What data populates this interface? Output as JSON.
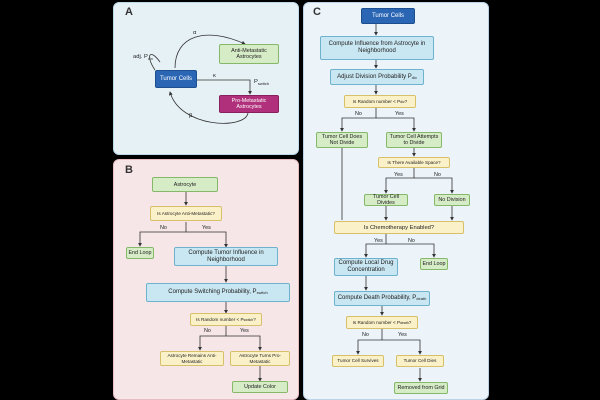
{
  "panelA": {
    "label": "A",
    "tumor": "Tumor Cells",
    "anti": "Anti-Metastatic Astrocytes",
    "pro": "Pro-Metastatic Astrocytes",
    "alpha": "α",
    "kappa": "κ",
    "beta": "β",
    "adj": "adj. P",
    "adj_sub": "div",
    "pswitch": "P",
    "pswitch_sub": "switch"
  },
  "panelB": {
    "label": "B",
    "astrocyte": "Astrocyte",
    "q_anti": "Is Astrocyte Anti-Metastatic?",
    "no1": "No",
    "yes1": "Yes",
    "end_loop": "End Loop",
    "compute_influence": "Compute Tumor Influence in Neighborhood",
    "compute_switch": "Compute Switching Probability, P",
    "compute_switch_sub": "switch",
    "q_random": "Is Random number < P",
    "q_random_sub": "switch",
    "q_random_end": " ?",
    "no2": "No",
    "yes2": "Yes",
    "remains": "Astrocyte Remains Anti-Metastatic",
    "turns": "Astrocyte Turns Pro-Metastatic",
    "update": "Update Color"
  },
  "panelC": {
    "label": "C",
    "tumor": "Tumor Cells",
    "compute_influence": "Compute Influence from Astrocyte in Neighborhood",
    "adjust": "Adjust Division Probability P",
    "adjust_sub": "div",
    "q_random": "Is Random number < P",
    "q_random_sub": "div",
    "q_random_end": " ?",
    "no1": "No",
    "yes1": "Yes",
    "not_divide": "Tumor Cell Does Not Divide",
    "attempts": "Tumor Cell Attempts to Divide",
    "q_space": "Is There Available Space?",
    "yes2": "Yes",
    "no2": "No",
    "divides": "Tumor Cell Divides",
    "no_division": "No Division",
    "q_chemo": "Is Chemotherapy Enabled?",
    "yes3": "Yes",
    "no3": "No",
    "drug": "Compute Local Drug Concentration",
    "end_loop": "End Loop",
    "death": "Compute Death Probability, P",
    "death_sub": "death",
    "q_random2": "Is Random number < P",
    "q_random2_sub": "death",
    "q_random2_end": " ?",
    "no4": "No",
    "yes4": "Yes",
    "survives": "Tumor Cell Survives",
    "dies": "Tumor Cell Dies",
    "removed": "Removed from Grid"
  }
}
